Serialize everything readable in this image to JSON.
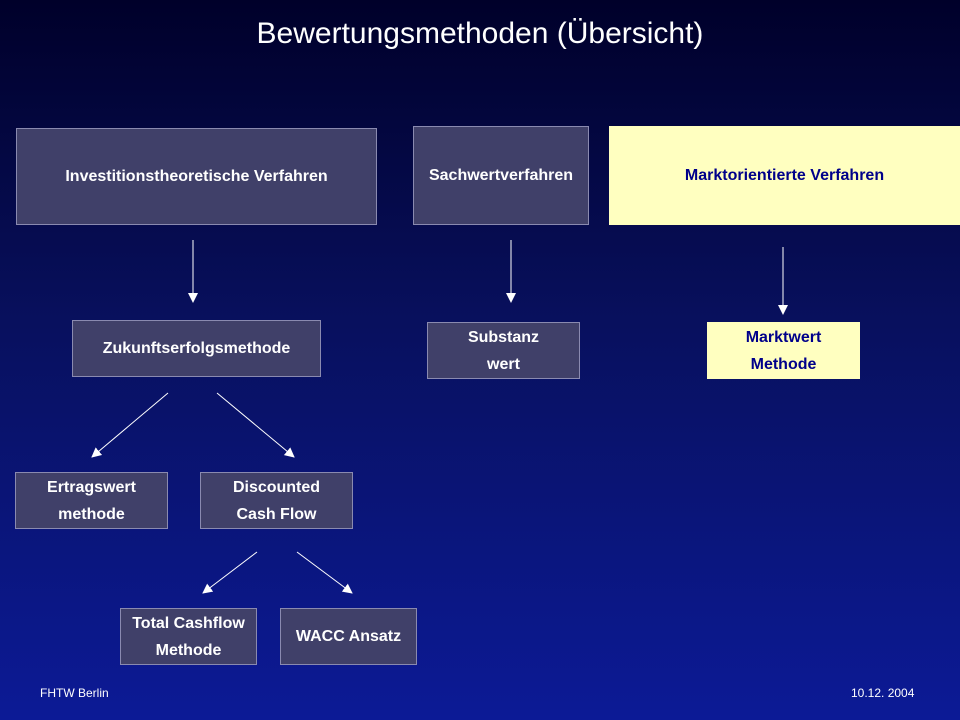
{
  "title": "Bewertungsmethoden (Übersicht)",
  "boxes": {
    "investitionstheoretische": "Investitionstheoretische Verfahren",
    "sachwertverfahren": "Sachwertverfahren",
    "marktorientierte": "Marktorientierte Verfahren",
    "zukunftserfolgsmethode": "Zukunftserfolgsmethode",
    "substanzwert": [
      "Substanz",
      "wert"
    ],
    "marktwert": [
      "Marktwert",
      "Methode"
    ],
    "ertragswert": [
      "Ertragswert",
      "methode"
    ],
    "discounted": [
      "Discounted",
      "Cash Flow"
    ],
    "total_cashflow": [
      "Total Cashflow",
      "Methode"
    ],
    "wacc": "WACC Ansatz"
  },
  "footer": {
    "left": "FHTW Berlin",
    "right": "10.12. 2004"
  },
  "colors": {
    "background_top": "#00002a",
    "background_bottom": "#0c1a96",
    "grey_box": "#404069",
    "yellow_box": "#ffffc0",
    "yellow_text": "#00008a"
  }
}
